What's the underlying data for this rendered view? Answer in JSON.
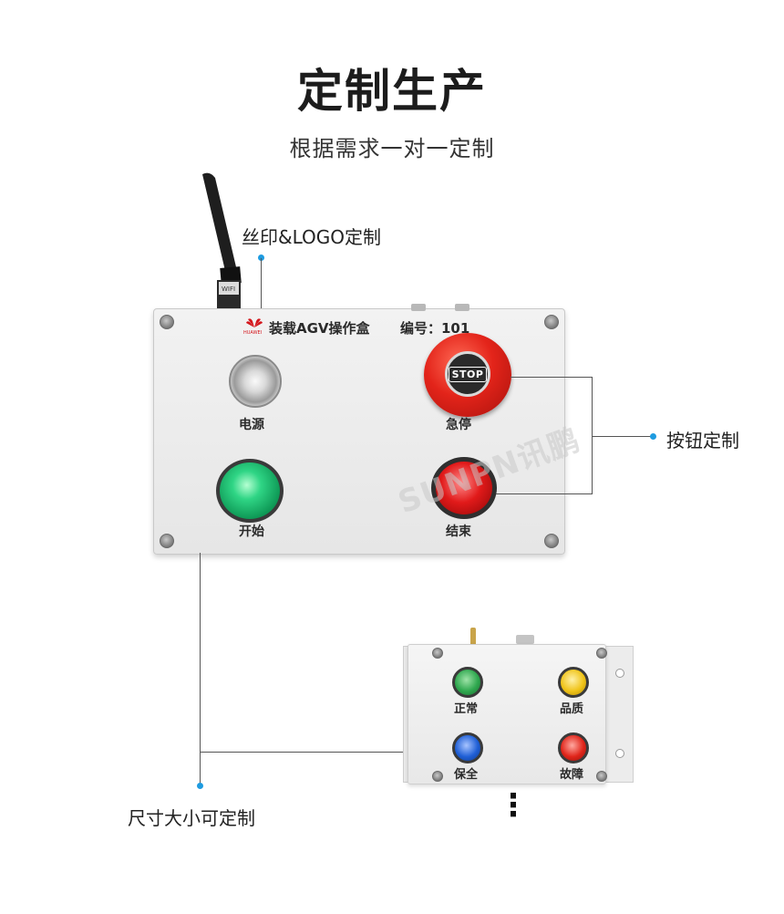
{
  "header": {
    "title": "定制生产",
    "subtitle": "根据需求一对一定制"
  },
  "callouts": {
    "logo": "丝印&LOGO定制",
    "buttons": "按钮定制",
    "size": "尺寸大小可定制"
  },
  "main_box": {
    "brand_small": "HUAWEI",
    "name": "装载AGV操作盒",
    "serial": "编号：101",
    "antenna_tag": "WIFI",
    "stop_text": "STOP",
    "labels": {
      "power": "电源",
      "estop": "急停",
      "start": "开始",
      "end": "结束"
    },
    "watermark": "SUNPN讯鹏"
  },
  "small_box": {
    "labels": {
      "normal": "正常",
      "quality": "品质",
      "maintain": "保全",
      "fault": "故障"
    }
  },
  "more": "⋮",
  "colors": {
    "accent_dot": "#1e9be0",
    "green": "#2fa84f",
    "yellow": "#f0c419",
    "blue": "#1f5fd6",
    "red": "#e0251a"
  }
}
